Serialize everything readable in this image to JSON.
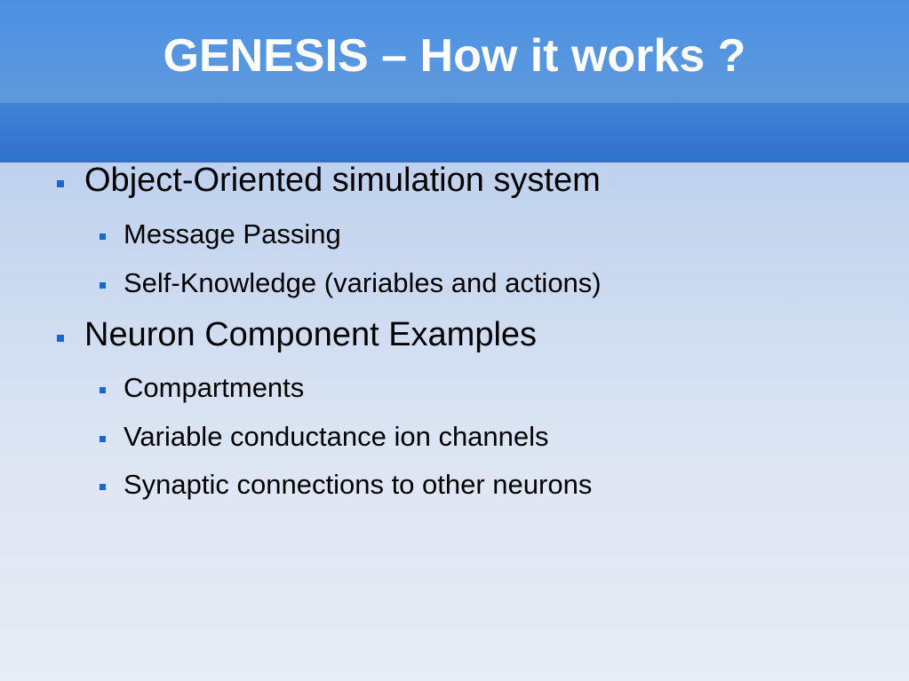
{
  "slide": {
    "title": "GENESIS – How it works ?",
    "bullets": [
      {
        "text": "Object-Oriented simulation system",
        "sub": [
          "Message Passing",
          "Self-Knowledge (variables and actions)"
        ]
      },
      {
        "text": "Neuron Component Examples",
        "sub": [
          "Compartments",
          "Variable conductance ion channels",
          "Synaptic connections to other neurons"
        ]
      }
    ]
  },
  "colors": {
    "header": "#4a8fe2",
    "header_band": "#2f72cc",
    "bullet": "#1f66c9",
    "title_text": "#ffffff",
    "body_text": "#000000"
  }
}
